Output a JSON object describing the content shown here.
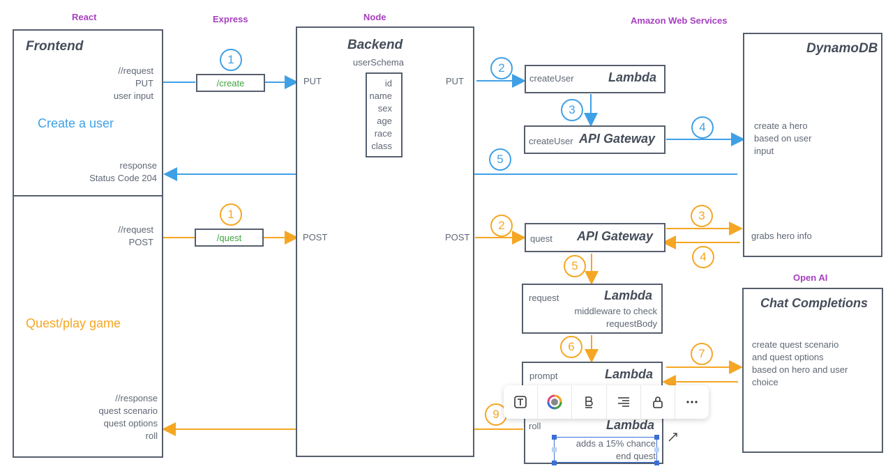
{
  "categories": {
    "react": "React",
    "express": "Express",
    "node": "Node",
    "aws": "Amazon Web Services",
    "openai": "Open AI"
  },
  "frontend": {
    "title": "Frontend",
    "create_request": "//request\nPUT\nuser input",
    "create_label": "Create a user",
    "create_response": "response\nStatus Code 204",
    "quest_request": "//request\nPOST",
    "quest_label": "Quest/play game",
    "quest_response": "//response\nquest scenario\nquest options\nroll"
  },
  "express": {
    "create_route": "/create",
    "quest_route": "/quest"
  },
  "backend": {
    "title": "Backend",
    "schema_title": "userSchema",
    "schema_fields": "id\nname\nsex\nage\nrace\nclass",
    "put_in": "PUT",
    "put_out": "PUT",
    "post_in": "POST",
    "post_out": "POST"
  },
  "aws": {
    "create_lambda": {
      "label": "createUser",
      "title": "Lambda"
    },
    "create_gateway": {
      "label": "createUser",
      "title": "API Gateway"
    },
    "quest_gateway": {
      "label": "quest",
      "title": "API Gateway"
    },
    "request_lambda": {
      "label": "request",
      "title": "Lambda",
      "desc": "middleware to check\nrequestBody"
    },
    "prompt_lambda": {
      "label": "prompt",
      "title": "Lambda"
    },
    "roll_lambda": {
      "label": "roll",
      "title": "Lambda",
      "desc": "adds a 15% chance\nend quest"
    }
  },
  "dynamodb": {
    "title": "DynamoDB",
    "create_text": "create a hero\nbased on user\ninput",
    "grab_text": "grabs hero info"
  },
  "chat": {
    "title": "Chat Completions",
    "text": "create quest scenario\nand quest options\nbased on hero and user\nchoice"
  },
  "steps_create": [
    "1",
    "2",
    "3",
    "4",
    "5"
  ],
  "steps_quest": [
    "1",
    "2",
    "3",
    "4",
    "5",
    "6",
    "7",
    "9"
  ],
  "colors": {
    "create": "#3fa0e6",
    "quest": "#f5a623",
    "route_text": "#3fa33f",
    "category": "#a63fbf",
    "border": "#555e6c"
  },
  "toolbar_icons": [
    "text-icon",
    "color-icon",
    "bold-icon",
    "align-icon",
    "lock-icon",
    "more-icon"
  ]
}
